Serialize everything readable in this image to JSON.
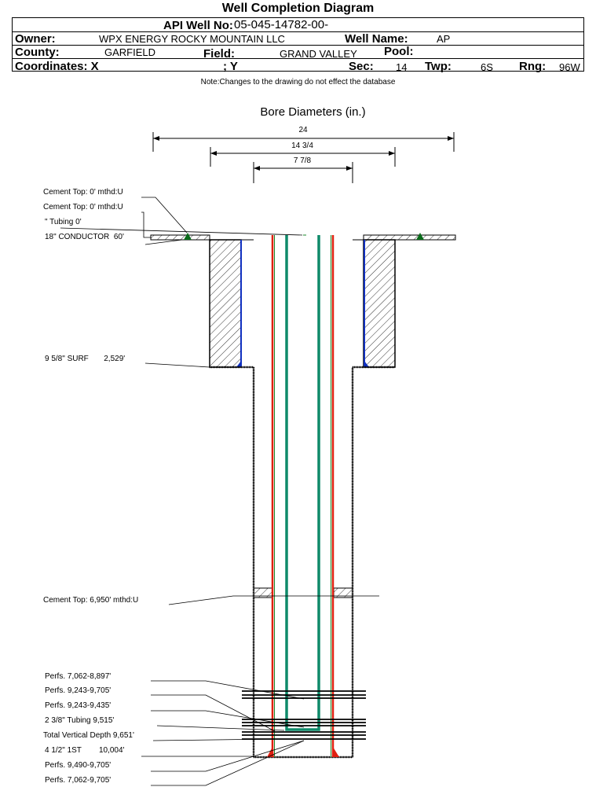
{
  "title": "Well Completion Diagram",
  "header": {
    "api_label": "API Well No:",
    "api_value": "05-045-14782-00-",
    "owner_label": "Owner:",
    "owner_value": "WPX ENERGY ROCKY MOUNTAIN LLC",
    "well_name_label": "Well Name:",
    "well_name_value": "AP",
    "county_label": "County:",
    "county_value": "GARFIELD",
    "field_label": "Field:",
    "field_value": "GRAND VALLEY",
    "pool_label": "Pool:",
    "coord_x_label": "Coordinates: X",
    "coord_y_label": "; Y",
    "sec_label": "Sec:",
    "sec_value": "14",
    "twp_label": "Twp:",
    "twp_value": "6S",
    "rng_label": "Rng:",
    "rng_value": "96W"
  },
  "note": "Note:Changes to the drawing do not effect the database",
  "diagram": {
    "bore_title": "Bore Diameters (in.)",
    "bore_diameters": [
      "24",
      "14 3/4",
      "7 7/8"
    ],
    "labels": [
      "Cement Top: 0' mthd:U",
      "Cement Top: 0' mthd:U",
      "\" Tubing 0'",
      "18\" CONDUCTOR  60'",
      "9 5/8\" SURF       2,529'",
      "Cement Top: 6,950' mthd:U",
      "Perfs. 7,062-8,897'",
      "Perfs. 9,243-9,705'",
      "Perfs. 9,243-9,435'",
      "2 3/8\" Tubing 9,515'",
      "Total Vertical Depth 9,651'",
      "4 1/2\" 1ST        10,004'",
      "Perfs. 9,490-9,705'",
      "Perfs. 7,062-9,705'"
    ],
    "colors": {
      "production_casing": "#e02010",
      "casing_outline": "#1a8a2a",
      "tubing": "#0f8a6a",
      "surface_casing": "#1030c0"
    }
  }
}
